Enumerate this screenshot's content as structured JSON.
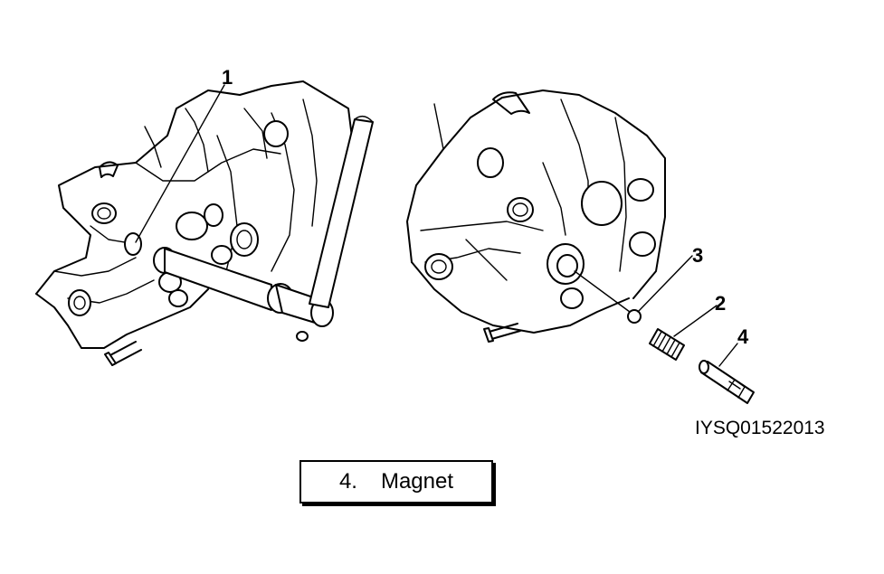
{
  "callouts": {
    "c1": "1",
    "c2": "2",
    "c3": "3",
    "c4": "4"
  },
  "figure_code": "IYSQ01522013",
  "legend": {
    "number": "4.",
    "label": "Magnet"
  }
}
